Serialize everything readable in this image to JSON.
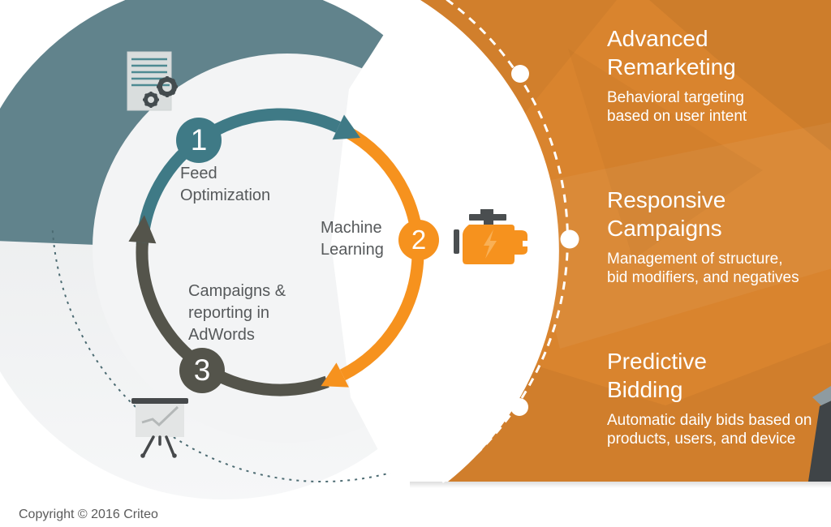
{
  "diagram": {
    "title_implicit": "Criteo AdWords optimization cycle",
    "steps": [
      {
        "number": "1",
        "label_lines": [
          "Feed",
          "Optimization"
        ],
        "color": "#3F7A86",
        "icon": "document-gears-icon"
      },
      {
        "number": "2",
        "label_lines": [
          "Machine",
          "Learning"
        ],
        "color": "#F6921E",
        "icon": "engine-icon"
      },
      {
        "number": "3",
        "label_lines": [
          "Campaigns &",
          "reporting in",
          "AdWords"
        ],
        "color": "#54544B",
        "icon": "flipchart-icon"
      }
    ]
  },
  "features": [
    {
      "title_lines": [
        "Advanced",
        "Remarketing"
      ],
      "desc_lines": [
        "Behavioral targeting",
        "based on user intent"
      ]
    },
    {
      "title_lines": [
        "Responsive",
        "Campaigns"
      ],
      "desc_lines": [
        "Management of structure,",
        "bid modifiers, and negatives"
      ]
    },
    {
      "title_lines": [
        "Predictive",
        "Bidding"
      ],
      "desc_lines": [
        "Automatic daily bids based on",
        "products, users, and device"
      ]
    }
  ],
  "footer": {
    "copyright": "Copyright © 2016 Criteo"
  },
  "colors": {
    "orange_block": "#D9842E",
    "orange_accent": "#F6921E",
    "teal_arc": "#3F7A86",
    "teal_band": "#61838C",
    "dark_arc": "#54544B",
    "label_text": "#56595B",
    "corner_slate": "#8E9BA1",
    "corner_dark": "#3F4447",
    "dashed_dark": "#4C6B72",
    "dashed_white": "#FFFFFF"
  }
}
